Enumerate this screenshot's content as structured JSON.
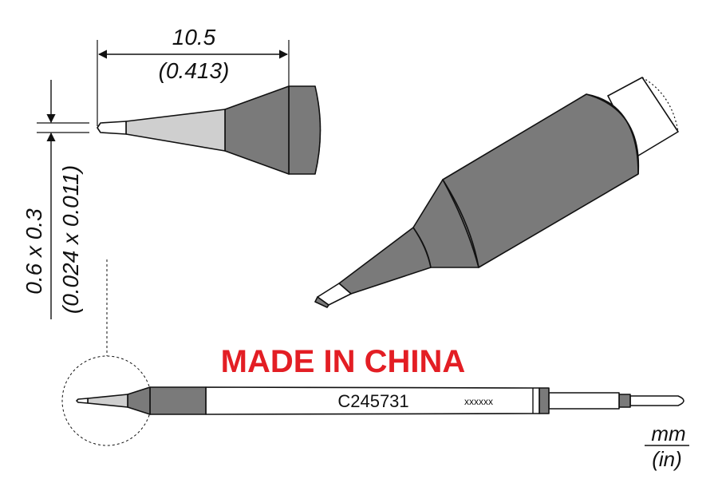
{
  "dimensions": {
    "length_mm": "10.5",
    "length_in": "(0.413)",
    "tip_mm": "0.6 x 0.3",
    "tip_in": "(0.024 x 0.011)"
  },
  "labels": {
    "origin": "MADE IN CHINA",
    "part_number": "C245731",
    "serial": "xxxxxx"
  },
  "units": {
    "primary": "mm",
    "secondary": "(in)"
  },
  "colors": {
    "accent_red": "#e31e24",
    "body_grey": "#7a7a7a",
    "outline": "#111111"
  }
}
